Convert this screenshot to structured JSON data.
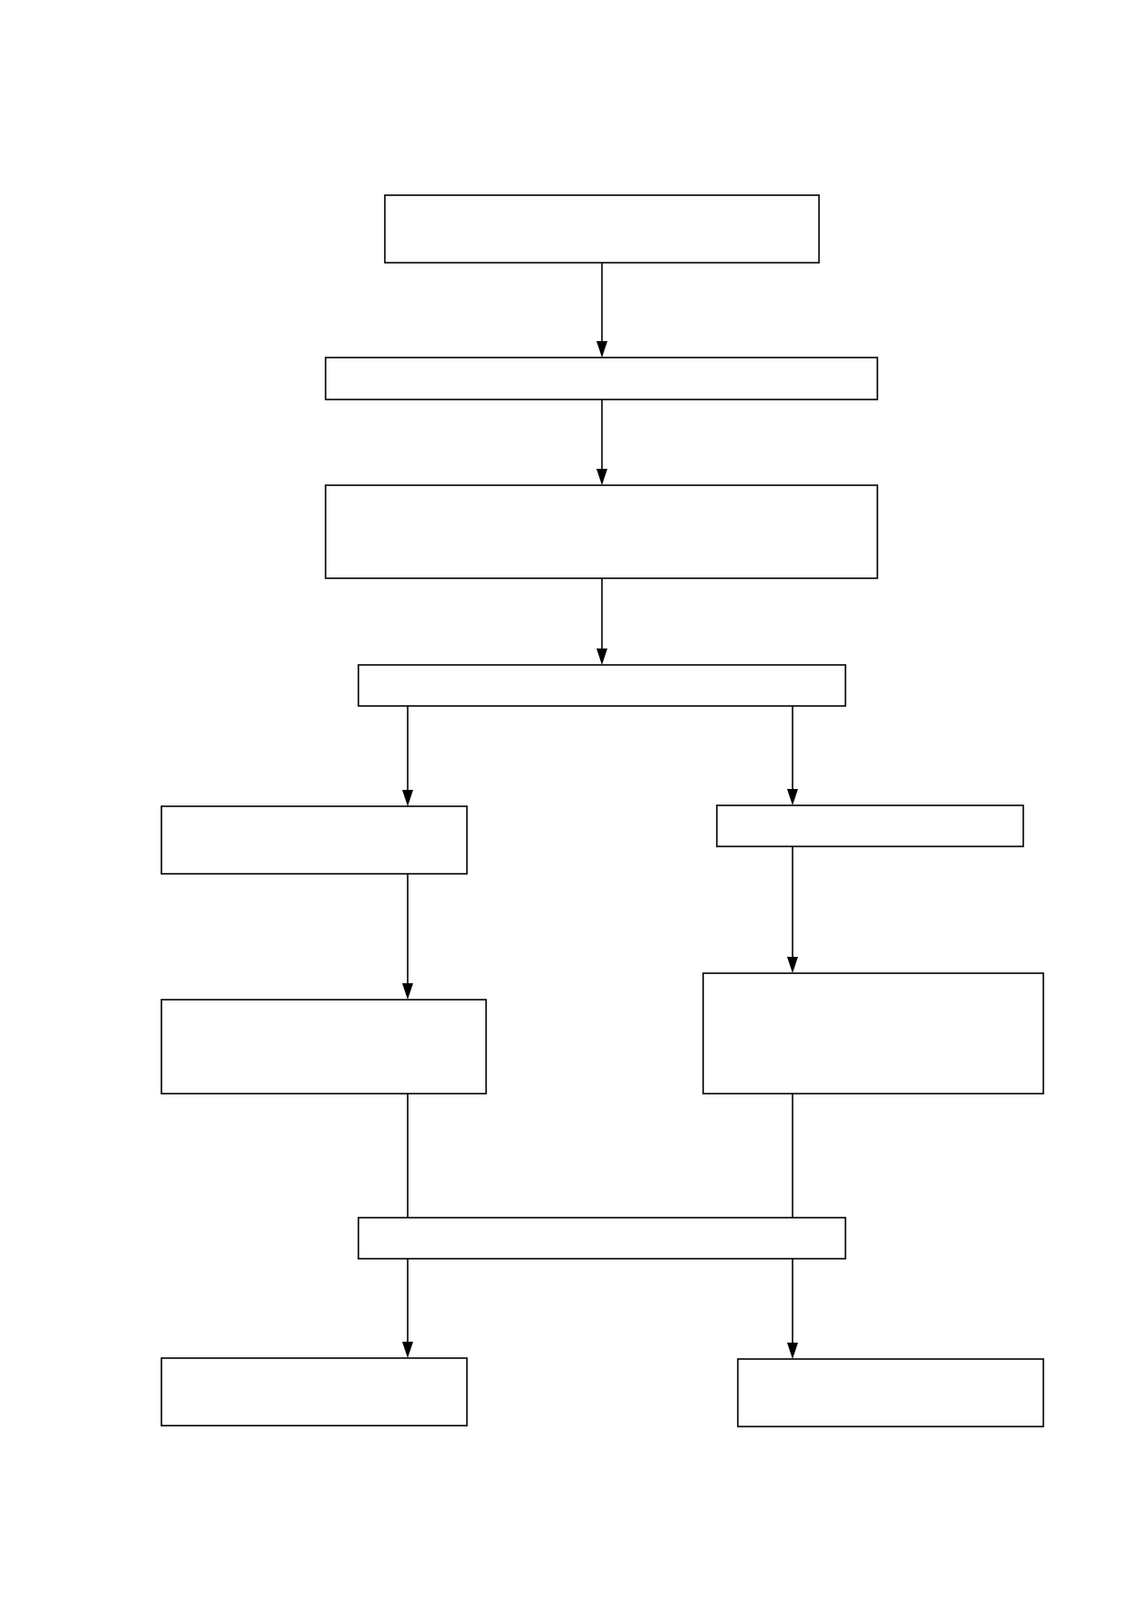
{
  "diagram": {
    "type": "flowchart",
    "colors": {
      "stroke": "#000000",
      "fill": "#ffffff",
      "background": "#ffffff"
    },
    "nodes": [
      {
        "id": "n1",
        "label": ""
      },
      {
        "id": "n2",
        "label": ""
      },
      {
        "id": "n3",
        "label": ""
      },
      {
        "id": "n4",
        "label": ""
      },
      {
        "id": "n5",
        "label": ""
      },
      {
        "id": "n6",
        "label": ""
      },
      {
        "id": "n7",
        "label": ""
      },
      {
        "id": "n8",
        "label": ""
      },
      {
        "id": "n9",
        "label": ""
      },
      {
        "id": "n10",
        "label": ""
      },
      {
        "id": "n11",
        "label": ""
      }
    ],
    "edges": [
      {
        "from": "n1",
        "to": "n2",
        "arrow": true
      },
      {
        "from": "n2",
        "to": "n3",
        "arrow": true
      },
      {
        "from": "n3",
        "to": "n4",
        "arrow": true
      },
      {
        "from": "n4",
        "to": "n5",
        "arrow": true
      },
      {
        "from": "n4",
        "to": "n6",
        "arrow": true
      },
      {
        "from": "n5",
        "to": "n7",
        "arrow": true
      },
      {
        "from": "n6",
        "to": "n8",
        "arrow": true
      },
      {
        "from": "n7",
        "to": "n9",
        "arrow": false
      },
      {
        "from": "n8",
        "to": "n9",
        "arrow": false
      },
      {
        "from": "n9",
        "to": "n10",
        "arrow": true
      },
      {
        "from": "n9",
        "to": "n11",
        "arrow": true
      }
    ]
  }
}
